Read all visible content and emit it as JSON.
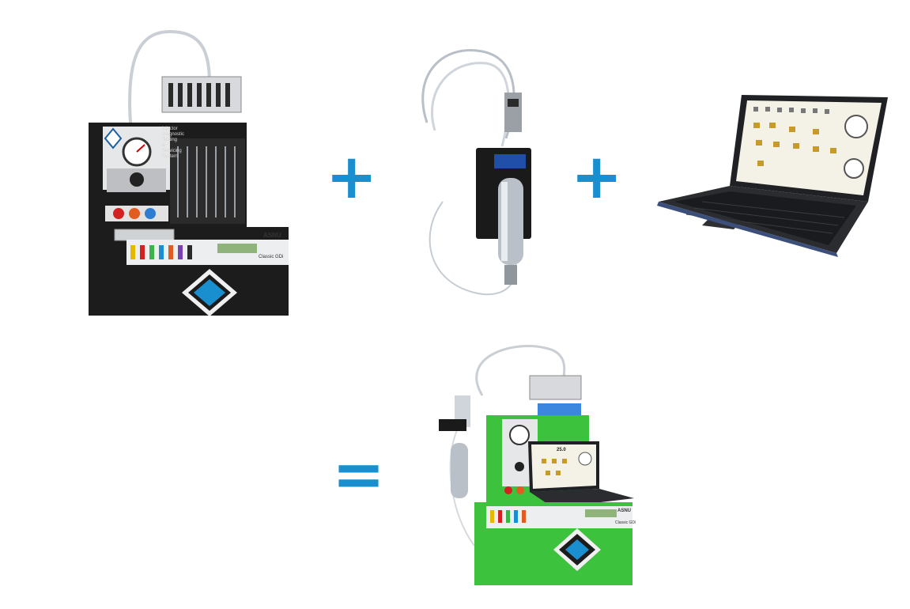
{
  "colors": {
    "operator": "#1a8fd0",
    "machine_black": "#1c1c1c",
    "machine_green": "#3cc23c",
    "laptop_dark": "#1f2124",
    "screen_bg": "#f4f1e6",
    "icon_gold": "#c89a2a"
  },
  "equation": {
    "plus_1": "+",
    "plus_2": "+",
    "equals": "="
  },
  "items": {
    "machine": {
      "icon": "injector-test-bench-icon",
      "panel_title_1": "Injector",
      "panel_title_2": "Diagnostic",
      "panel_title_3": "Testing",
      "panel_title_4": "&",
      "panel_title_5": "Servicing",
      "panel_title_6": "System",
      "brand": "ASNU",
      "model": "Classic GDi"
    },
    "module": {
      "icon": "gdi-adapter-module-icon"
    },
    "laptop": {
      "icon": "laptop-icon"
    },
    "combined": {
      "icon": "green-test-bench-with-laptop-icon",
      "brand": "ASNU",
      "display_value": "25.0",
      "model": "Classic GDi"
    }
  }
}
